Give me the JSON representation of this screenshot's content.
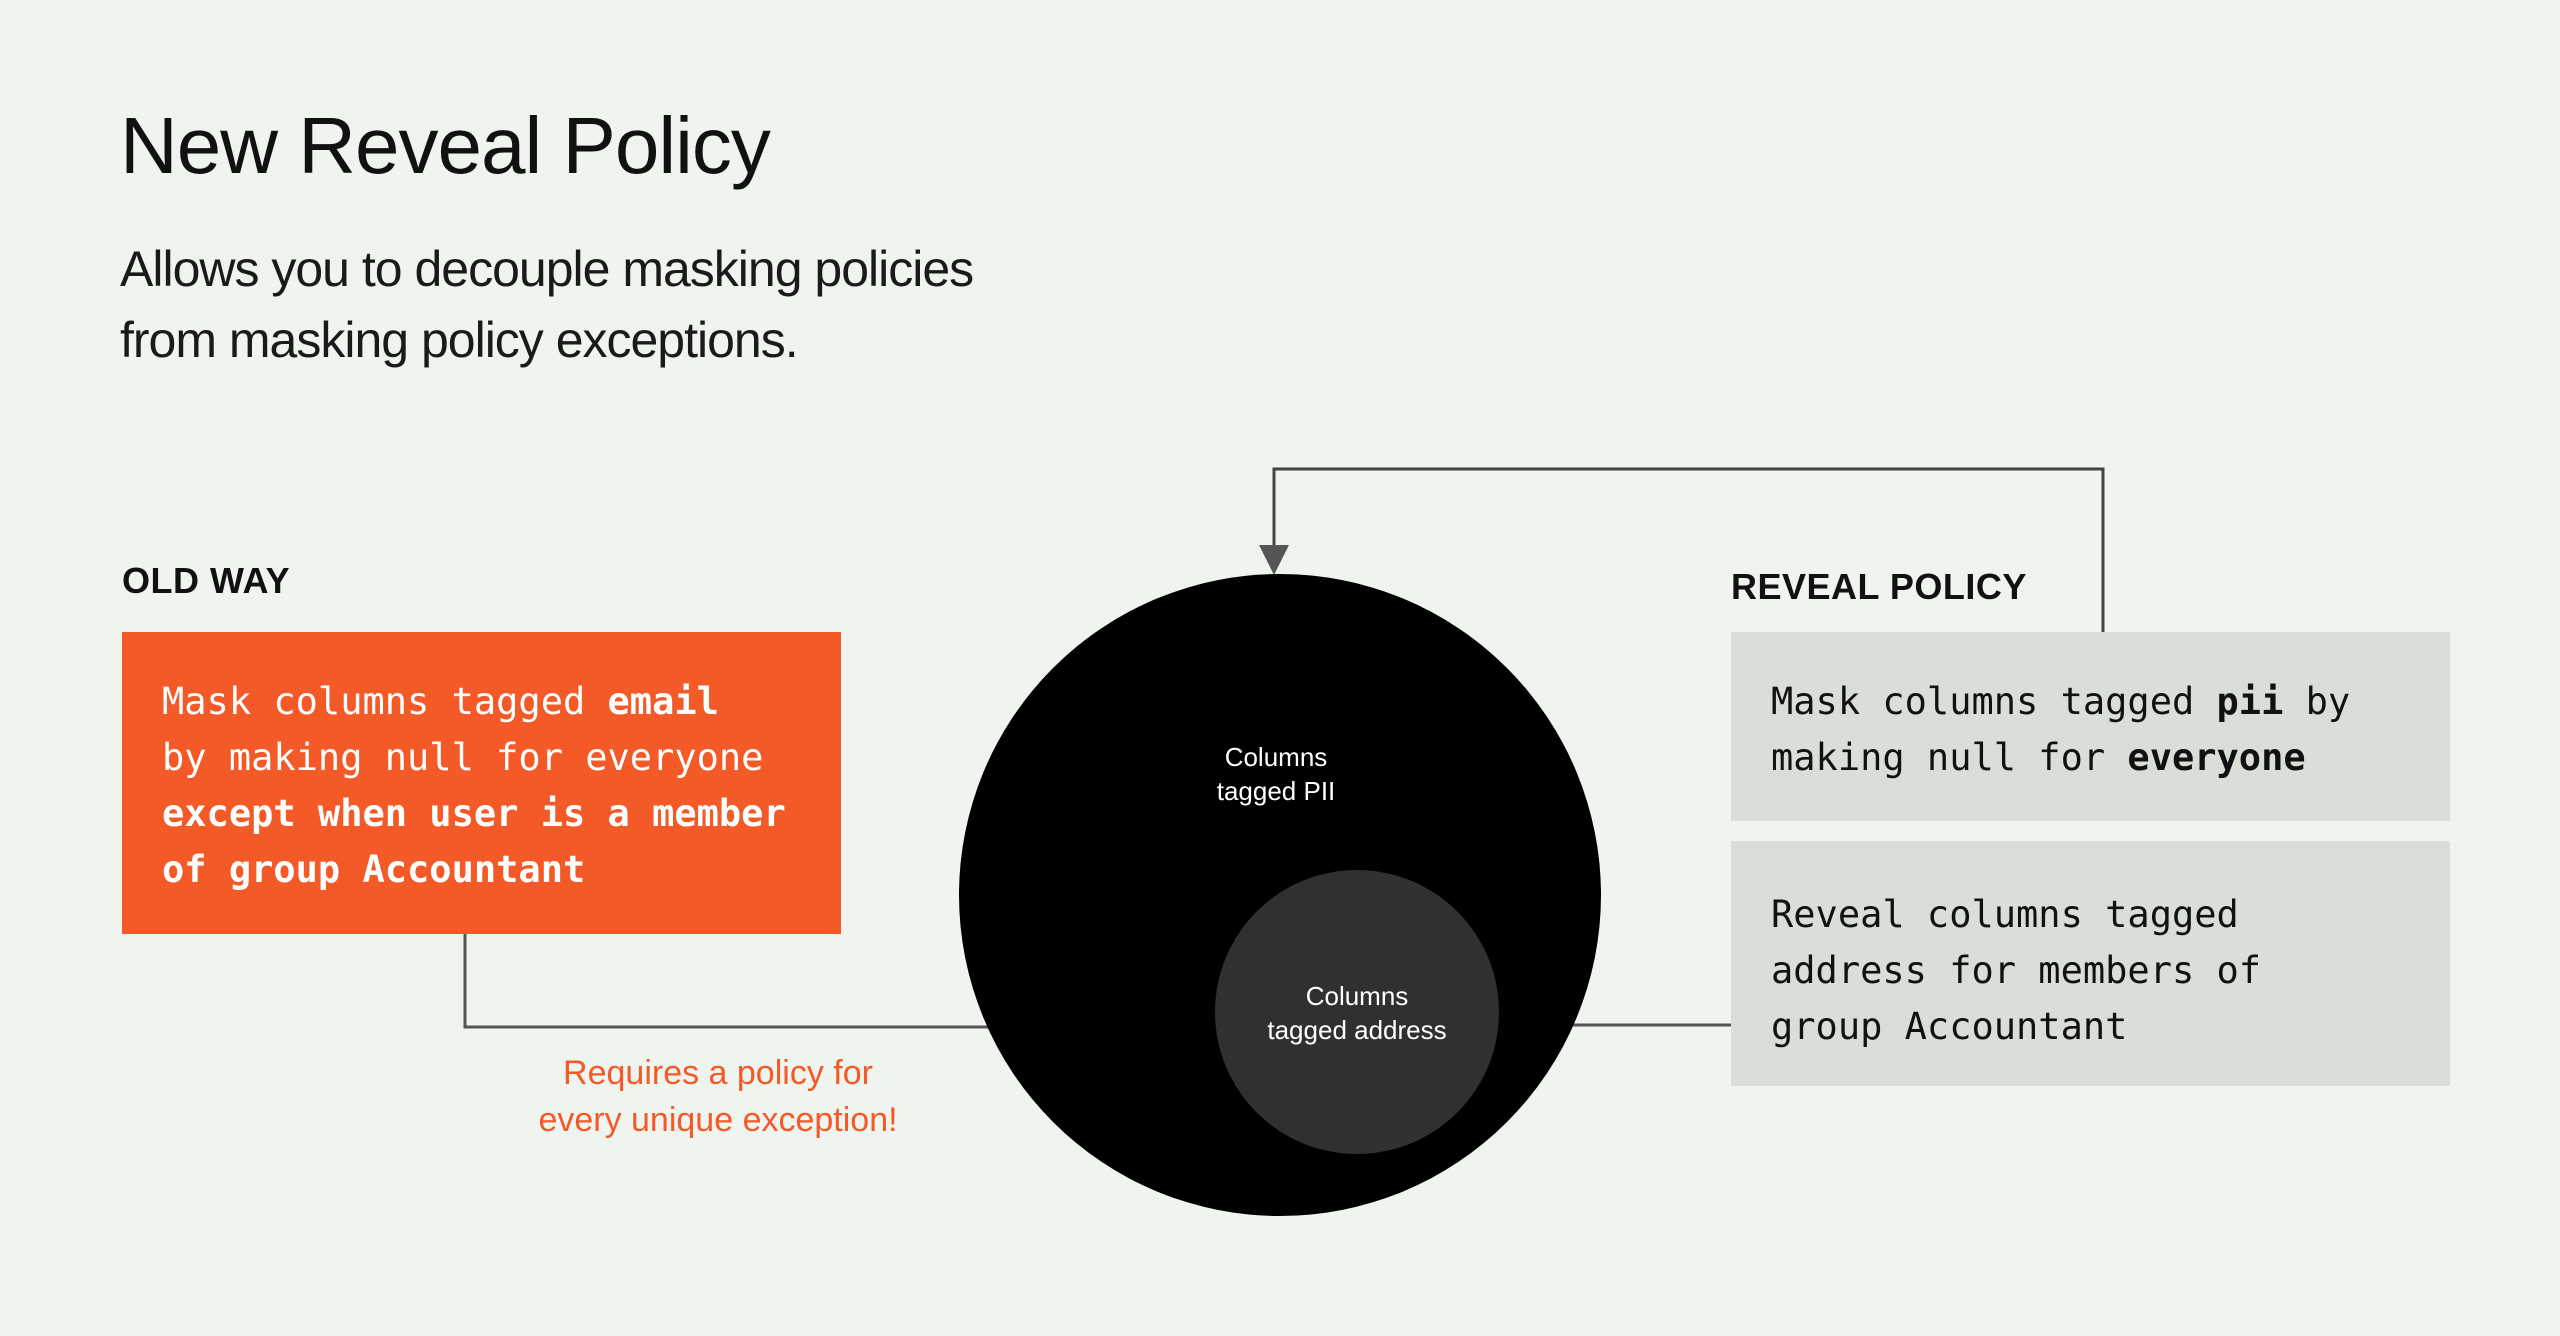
{
  "header": {
    "title": "New Reveal Policy",
    "subtitle_lines": [
      "Allows you to decouple masking policies",
      "from masking policy exceptions."
    ]
  },
  "old_way": {
    "label": "OLD WAY",
    "lines": [
      [
        "Mask columns tagged ",
        "email"
      ],
      [
        "by making null for everyone",
        ""
      ],
      [
        "",
        "except when user is a member"
      ],
      [
        "",
        "of group Accountant"
      ]
    ],
    "note_lines": [
      "Requires a policy for",
      "every unique exception!"
    ]
  },
  "diagram": {
    "outer_label": [
      "Columns",
      "tagged PII"
    ],
    "inner_label": [
      "Columns",
      "tagged address"
    ]
  },
  "reveal_policy": {
    "label": "REVEAL POLICY",
    "mask_box": {
      "l1a": "Mask columns tagged ",
      "l1b": "pii",
      "l1c": " by",
      "l2a": "making null for ",
      "l2b": "everyone"
    },
    "reveal_box": {
      "lines": [
        "Reveal columns tagged",
        "address for members of",
        "group Accountant"
      ]
    }
  },
  "colors": {
    "accent": "#f45a28",
    "background": "#f0f4ef",
    "box": "#d9ded7"
  }
}
